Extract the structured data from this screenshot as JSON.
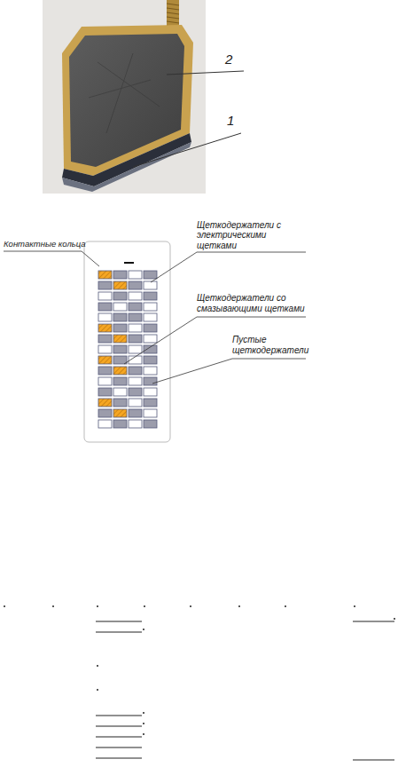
{
  "diagram": {
    "labels": [
      "2",
      "1",
      "Контактные кольца",
      "Щеткодержатели с электрическими щетками",
      "Щеткодержатели со смазывающими щетками",
      "Пустые щеткодержатели"
    ]
  }
}
